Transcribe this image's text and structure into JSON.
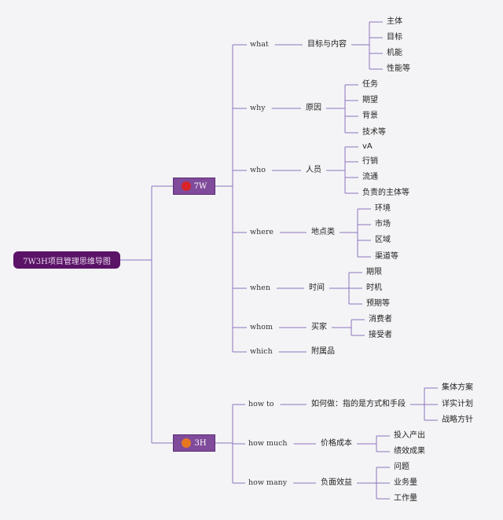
{
  "root": {
    "label": "7W3H项目管理思维导图"
  },
  "colors": {
    "root_bg": "#5a1366",
    "hub_bg": "#7f4b9a",
    "line": "#8d73bf",
    "dot_7w": "#d9242a",
    "dot_3h": "#e87722"
  },
  "hubs": [
    {
      "label": "7W",
      "dot_icon": "red-circle-icon",
      "branches": [
        {
          "key": "what",
          "label": "目标与内容",
          "leaves": [
            "主体",
            "目标",
            "机能",
            "性能等"
          ]
        },
        {
          "key": "why",
          "label": "原因",
          "leaves": [
            "任务",
            "期望",
            "背景",
            "技术等"
          ]
        },
        {
          "key": "who",
          "label": "人员",
          "leaves": [
            "vA",
            "行销",
            "流通",
            "负责的主体等"
          ]
        },
        {
          "key": "where",
          "label": "地点类",
          "leaves": [
            "环境",
            "市场",
            "区域",
            "渠道等"
          ]
        },
        {
          "key": "when",
          "label": "时间",
          "leaves": [
            "期限",
            "时机",
            "预期等"
          ]
        },
        {
          "key": "whom",
          "label": "买家",
          "leaves": [
            "消费者",
            "接受者"
          ]
        },
        {
          "key": "which",
          "label": "附属品",
          "leaves": []
        }
      ]
    },
    {
      "label": "3H",
      "dot_icon": "orange-circle-icon",
      "branches": [
        {
          "key": "how to",
          "label": "如何做：指的是方式和手段",
          "leaves": [
            "集体方案",
            "详实计划",
            "战略方针"
          ]
        },
        {
          "key": "how much",
          "label": "价格成本",
          "leaves": [
            "投入产出",
            "绩效成果"
          ]
        },
        {
          "key": "how many",
          "label": "负面效益",
          "leaves": [
            "问题",
            "业务量",
            "工作量"
          ]
        }
      ]
    }
  ]
}
